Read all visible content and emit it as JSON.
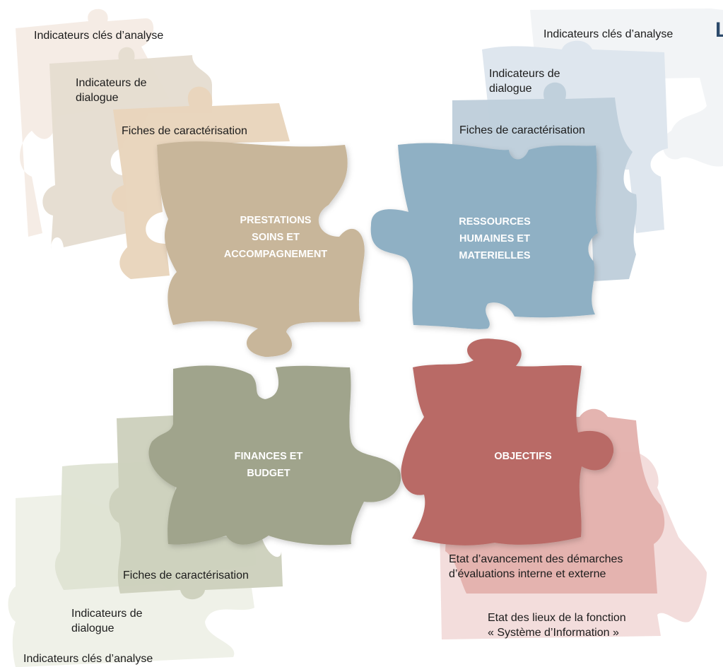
{
  "colors": {
    "beige_main": "#c8b69a",
    "blue_main": "#8fb0c4",
    "green_main": "#a0a48c",
    "red_main": "#b96a66"
  },
  "quadrants": {
    "top_left": {
      "title": "PRESTATIONS\nSOINS ET\nACCOMPAGNEMENT",
      "layers": [
        "Indicateurs clés d’analyse",
        "Indicateurs de\ndialogue",
        "Fiches de caractérisation"
      ]
    },
    "top_right": {
      "title": "RESSOURCES\nHUMAINES ET\nMATERIELLES",
      "layers": [
        "Indicateurs clés d’analyse",
        "Indicateurs de\ndialogue",
        "Fiches de caractérisation"
      ]
    },
    "bottom_left": {
      "title": "FINANCES ET\nBUDGET",
      "layers": [
        "Fiches de caractérisation",
        "Indicateurs de\ndialogue",
        "Indicateurs clés d’analyse"
      ]
    },
    "bottom_right": {
      "title": "OBJECTIFS",
      "layers": [
        "Etat d’avancement des démarches\nd’évaluations interne et externe",
        "Etat des lieux de la fonction\n« Système d’Information »"
      ]
    }
  },
  "corner_glyph": "L"
}
